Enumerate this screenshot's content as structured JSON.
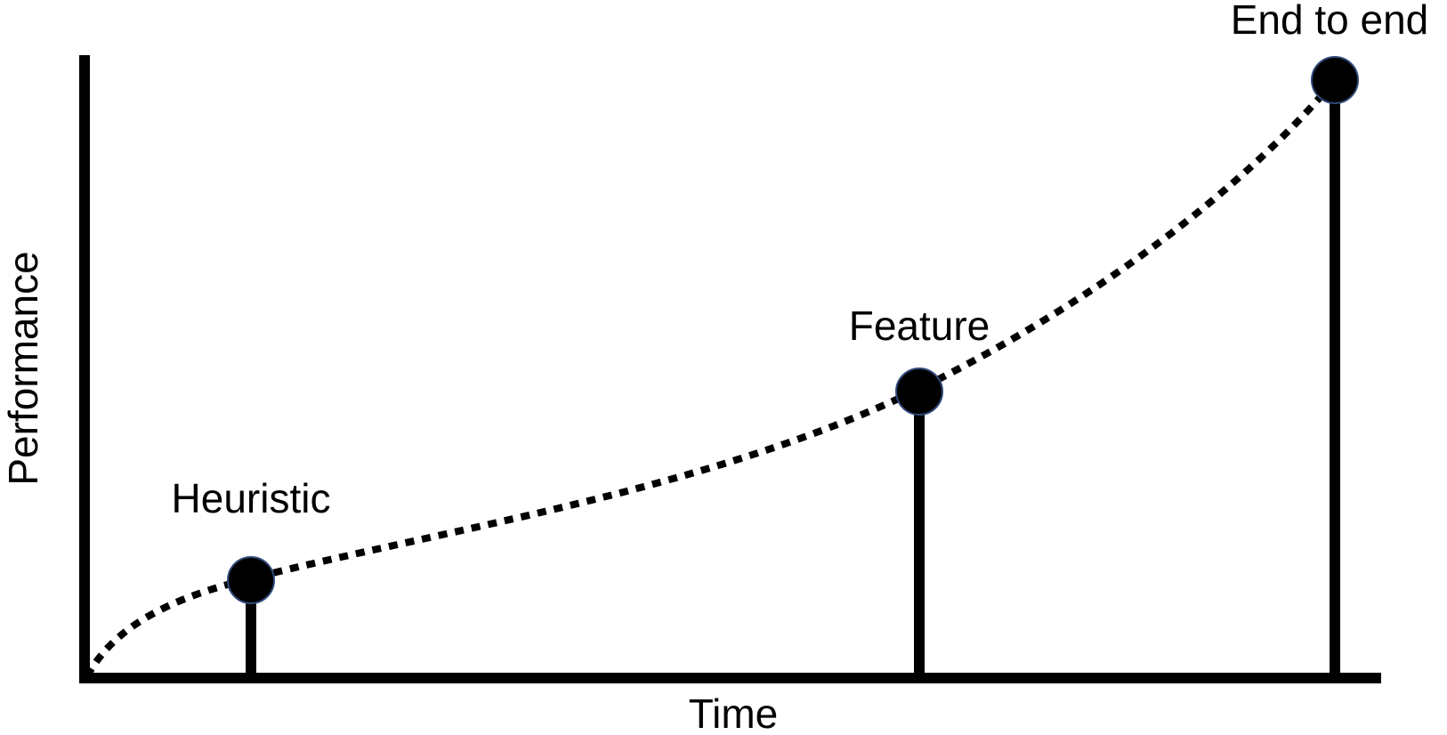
{
  "axes": {
    "x_label": "Time",
    "y_label": "Performance"
  },
  "milestones": [
    {
      "id": "heuristic",
      "label": "Heuristic"
    },
    {
      "id": "feature",
      "label": "Feature"
    },
    {
      "id": "end-to-end",
      "label": "End to end"
    }
  ],
  "colors": {
    "line": "#000000",
    "marker_fill": "#000000",
    "marker_stroke": "#2f4a7a",
    "background": "#ffffff"
  }
}
